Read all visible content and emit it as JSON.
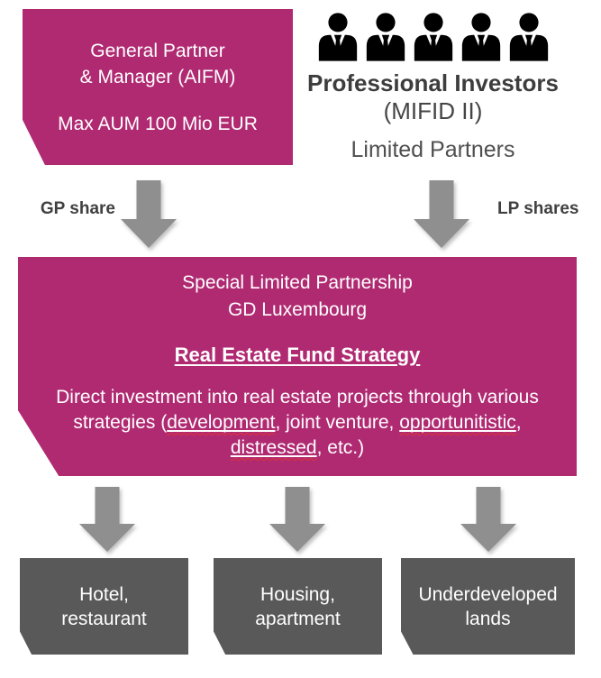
{
  "colors": {
    "magenta": "#B02A72",
    "arrow_gray": "#8F8F8F",
    "target_box_gray": "#595959",
    "label_gray": "#404040",
    "spellcheck_red": "#E03434"
  },
  "gp_box": {
    "title_line1": "General Partner",
    "title_line2": "& Manager (AIFM)",
    "subtitle": "Max AUM 100 Mio EUR"
  },
  "investors": {
    "icon_count": 5,
    "title": "Professional Investors",
    "subtitle": "(MIFID II)",
    "caption": "Limited Partners"
  },
  "flows": {
    "gp_label": "GP share",
    "lp_label": "LP shares"
  },
  "partnership_box": {
    "name_line1": "Special Limited Partnership",
    "name_line2": "GD Luxembourg",
    "strategy_title": "Real Estate Fund Strategy",
    "description": {
      "line1": "Direct investment into real estate projects through various",
      "line2_pre": "strategies (",
      "line2_word1": "development",
      "line2_mid": ", joint venture, ",
      "line2_word2": "opportunitistic",
      "line2_post": ",",
      "line3_word": "distressed",
      "line3_post": ", etc.)"
    }
  },
  "targets": [
    {
      "line1": "Hotel,",
      "line2": "restaurant"
    },
    {
      "line1": "Housing,",
      "line2": "apartment"
    },
    {
      "line1": "Underdeveloped",
      "line2": "lands"
    }
  ]
}
